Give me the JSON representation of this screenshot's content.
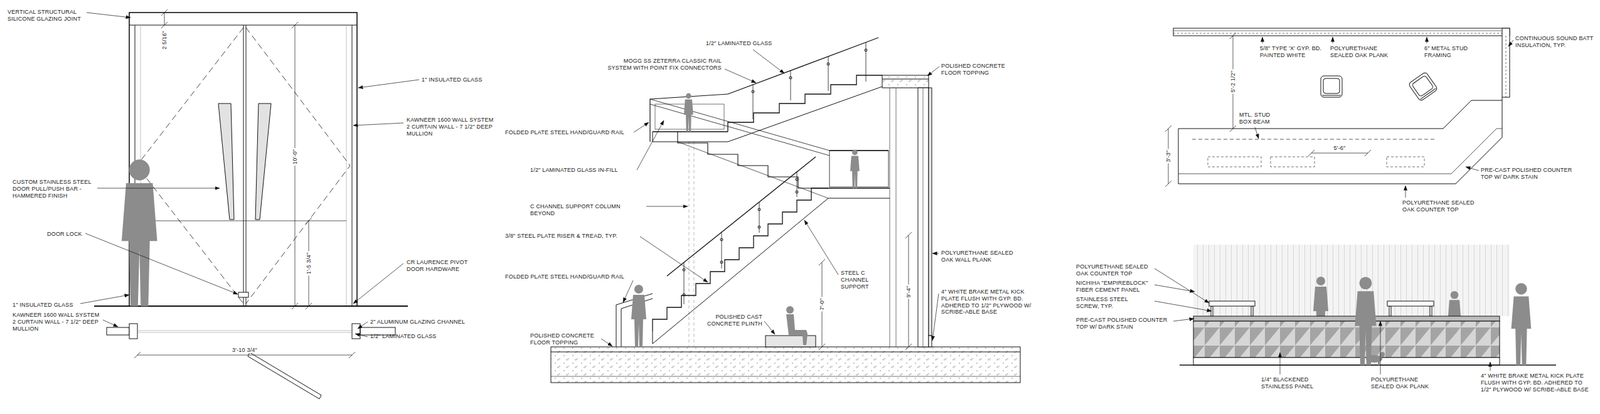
{
  "diagram": {
    "labels": [
      "VERTICAL STRUCTURAL SILICONE GLAZING JOINT",
      "2 5/16\"",
      "1\" INSULATED GLASS",
      "KAWNEER 1600 WALL SYSTEM 2 CURTAIN WALL - 7 1/2\" DEEP MULLION",
      "10'-0\"",
      "CUSTOM STAINLESS STEEL DOOR PULL/PUSH BAR - HAMMERED FINISH",
      "DOOR LOCK",
      "1'-5 3/4\"",
      "CR LAURENCE PIVOT DOOR HARDWARE",
      "1\" INSULATED GLASS",
      "KAWNEER 1600 WALL SYSTEM 2 CURTAIN WALL - 7 1/2\" DEEP MULLION",
      "2\" ALUMINUM GLAZING CHANNEL",
      "1/2\" LAMINATED GLASS",
      "3'-10 3/4\"",
      "1/2\" LAMINATED GLASS",
      "MOGG SS ZETERRA CLASSIC RAIL SYSTEM WITH POINT FIX CONNECTORS",
      "POLISHED CONCRETE FLOOR TOPPING",
      "FOLDED PLATE STEEL HAND/GUARD RAIL",
      "1/2\" LAMINATED GLASS IN-FILL",
      "C CHANNEL SUPPORT COLUMN BEYOND",
      "3/8\" STEEL PLATE RISER & TREAD, TYP.",
      "FOLDED PLATE STEEL HAND/GUARD RAIL",
      "STEEL C CHANNEL SUPPORT",
      "POLYURETHANE SEALED OAK WALL PLANK",
      "4\" WHITE BRAKE METAL KICK PLATE FLUSH WITH GYP. BD. ADHERED TO 1/2\" PLYWOOD W/ SCRIBE-ABLE BASE",
      "9'-4\"",
      "7'-0\"",
      "POLISHED CONCRETE FLOOR TOPPING",
      "POLISHED CAST CONCRETE PLINTH",
      "5/8\" TYPE 'X' GYP. BD. PAINTED WHITE",
      "POLYURETHANE SEALED OAK PLANK",
      "6\" METAL STUD FRAMING",
      "CONTINUOUS SOUND BATT INSULATION, TYP.",
      "5'-2 1/2\"",
      "MTL. STUD BOX BEAM",
      "5'-6\"",
      "3'-3\"",
      "PRE-CAST POLISHED COUNTER TOP W/ DARK STAIN",
      "POLYURETHANE SEALED OAK COUNTER TOP",
      "POLYURETHANE SEALED OAK COUNTER TOP",
      "NICHIHA \"EMPIREBLOCK\" FIBER CEMENT PANEL",
      "STAINLESS STEEL SCREW, TYP.",
      "PRE-CAST POLISHED COUNTER TOP W/ DARK STAIN",
      "1/4\" BLACKENED STAINLESS PANEL",
      "POLYURETHANE SEALED OAK PLANK",
      "4\" WHITE BRAKE METAL KICK PLATE FLUSH WITH GYP. BD. ADHERED TO 1/2\" PLYWOOD W/ SCRIBE-ABLE BASE"
    ]
  }
}
